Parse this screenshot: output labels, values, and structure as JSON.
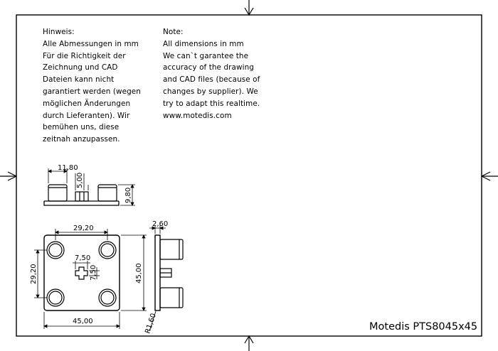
{
  "notes": {
    "german": {
      "heading": "Hinweis:",
      "lines": [
        "Alle Abmessungen in mm",
        "Für die Richtigkeit der",
        "Zeichnung und CAD",
        "Dateien kann nicht",
        "garantiert werden (wegen",
        "möglichen Änderungen",
        "durch Lieferanten). Wir",
        "bemühen uns, diese",
        "zeitnah anzupassen."
      ]
    },
    "english": {
      "heading": "Note:",
      "lines": [
        "All dimensions in mm",
        "We can`t garantee the",
        "accuracy of the drawing",
        "and CAD files (because of",
        "changes by supplier). We",
        "try to adapt this realtime.",
        "www.motedis.com"
      ]
    }
  },
  "dimensions": {
    "front_width": "11,80",
    "front_stem": "5,00",
    "front_height": "9,80",
    "top_inner_width": "29,20",
    "top_inner_height": "29,20",
    "top_width": "45,00",
    "top_height": "45,00",
    "slot_width": "7,50",
    "slot_height": "7,50",
    "side_thickness": "2,60",
    "corner_radius": "R1,60"
  },
  "title_block": {
    "part_name": "Motedis PTS8045x45"
  },
  "colors": {
    "line": "#000000",
    "background": "#ffffff"
  }
}
